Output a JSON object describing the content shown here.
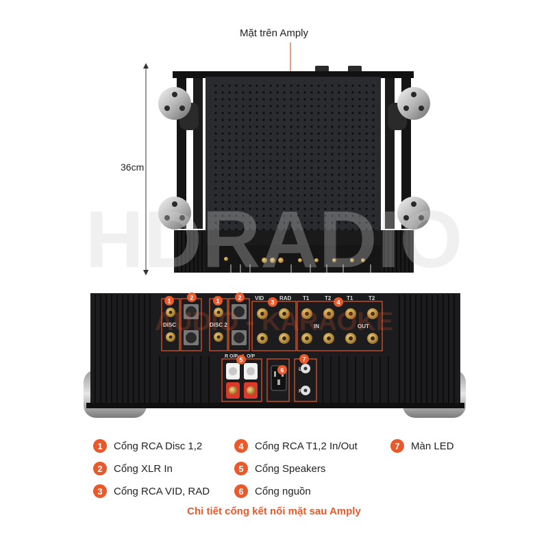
{
  "top_label": "Mặt trên Amply",
  "dimension_label": "36cm",
  "watermark": {
    "brand": "HDRADIO",
    "tagline": "AUDIO - KARAOKE"
  },
  "panel_labels": {
    "disc": "DISC",
    "disc2": "DISC 2",
    "vid": "VID",
    "rad": "RAD",
    "t1": "T1",
    "t2": "T2",
    "in": "IN",
    "out": "OUT",
    "ro": "R O/P",
    "lo": "L O/P",
    "l": "L",
    "r": "R"
  },
  "markers": [
    "1",
    "2",
    "1",
    "2",
    "3",
    "4",
    "5",
    "6",
    "7"
  ],
  "legend": [
    {
      "num": "1",
      "label": "Cổng RCA Disc 1,2"
    },
    {
      "num": "2",
      "label": "Cổng XLR In"
    },
    {
      "num": "3",
      "label": "Cổng RCA VID, RAD"
    },
    {
      "num": "4",
      "label": "Cổng RCA T1,2 In/Out"
    },
    {
      "num": "5",
      "label": "Cổng Speakers"
    },
    {
      "num": "6",
      "label": "Cổng nguồn"
    },
    {
      "num": "7",
      "label": "Màn LED"
    }
  ],
  "caption": "Chi tiết cổng kết nối mặt sau Amply",
  "colors": {
    "accent": "#e8592c",
    "chassis": "#1c1c1e",
    "gold": "#c79a3a",
    "silver": "#b9b9b9"
  }
}
